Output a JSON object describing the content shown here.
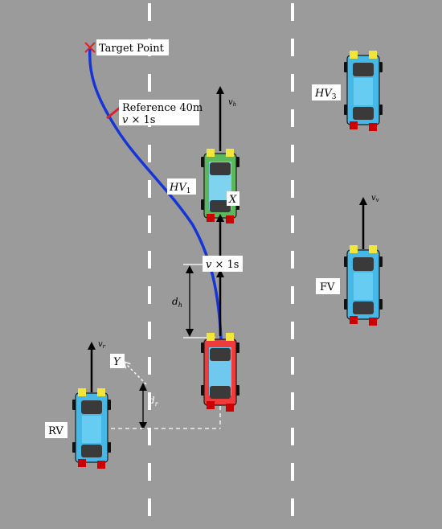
{
  "labels": {
    "target_point": "Target Point",
    "reference_line1": "Reference 40m",
    "reference_line2_v": "v",
    "reference_line2_rest": " × 1s",
    "hv3_base": "HV",
    "hv3_sub": "3",
    "hv1_base": "HV",
    "hv1_sub": "1",
    "x_label": "X",
    "y_label": "Y",
    "fv": "FV",
    "rv": "RV",
    "v_times_1s_v": "v",
    "v_times_1s_rest": " × 1s",
    "dh_base": "d",
    "dh_sub": "h",
    "dr_base": "d",
    "dr_sub": "r",
    "vh_base": "v",
    "vh_sub": "h",
    "vv_base": "v",
    "vv_sub": "v",
    "vr_base": "v",
    "vr_sub": "r"
  },
  "colors": {
    "road": "#9b9b9b",
    "lane_marking": "#ffffff",
    "trajectory": "#1535d6",
    "target_marker": "#e0202a",
    "ego_body": "#ee3b3b",
    "hv1_body": "#5cb85c",
    "vehicle_body": "#46b8e8",
    "headlight": "#f2e63a",
    "taillight": "#cc0000",
    "window": "#3a3a3a"
  }
}
